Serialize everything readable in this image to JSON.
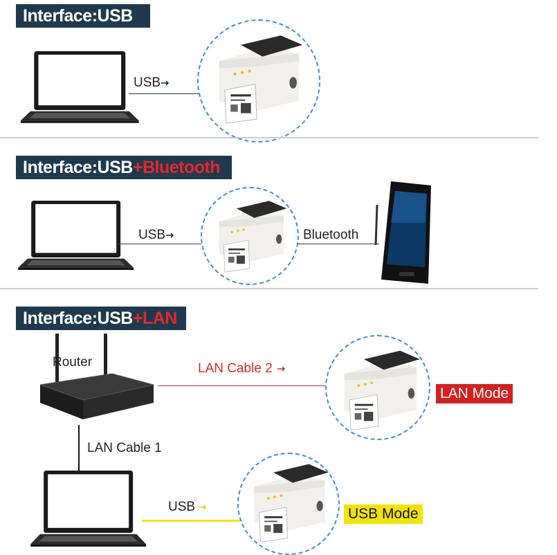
{
  "section1": {
    "banner": "Interface:USB",
    "usb_label": "USB"
  },
  "section2": {
    "banner_main": "Interface:USB",
    "banner_plus": "+",
    "banner_highlight": "Bluetooth",
    "usb_label": "USB",
    "bluetooth_label": "Bluetooth"
  },
  "section3": {
    "banner_main": "Interface:USB",
    "banner_plus": "+",
    "banner_highlight": "LAN",
    "router_label": "Router",
    "lan_cable2_label": "LAN Cable 2",
    "lan_cable1_label": "LAN Cable 1",
    "usb_label": "USB",
    "lan_mode_badge": "LAN Mode",
    "usb_mode_badge": "USB Mode"
  },
  "colors": {
    "banner_bg": "#1f3a4e",
    "accent_red": "#d42020",
    "usb_yellow": "#f3e400",
    "dashed_circle": "#3b8fd6"
  },
  "icons": [
    "laptop-icon",
    "label-printer-icon",
    "smartphone-icon",
    "router-icon",
    "arrow-right-icon"
  ]
}
